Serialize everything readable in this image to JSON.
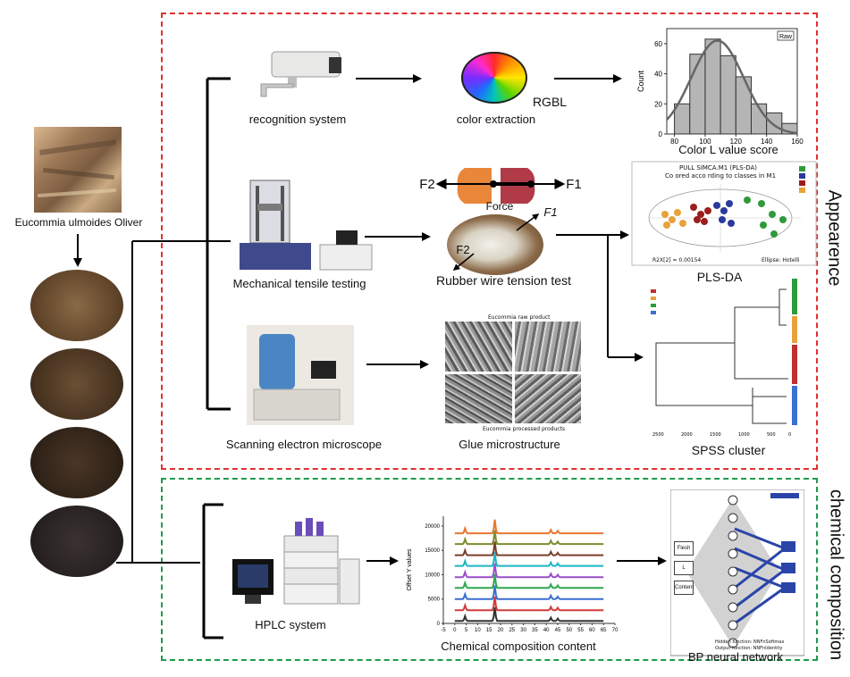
{
  "sample": {
    "title": "Eucommia ulmoides Oliver"
  },
  "appearance": {
    "section_label": "Appearence",
    "camera_label": "recognition system",
    "color_label": "color extraction",
    "rgbl": "RGBL",
    "tensile_label": "Mechanical tensile testing",
    "force_label": "Force",
    "f1": "F1",
    "f2": "F2",
    "rubber_label": "Rubber wire tension test",
    "sem_label": "Scanning electron microscope",
    "glue_label": "Glue microstructure",
    "sem_top_caption": "Eucommia raw product",
    "sem_bottom_caption": "Eucommia processed products",
    "hist_label": "Color L value score",
    "hist_legend": "Raw",
    "plsda_label": "PLS-DA",
    "plsda_title": "PULL SIMCA.M1 (PLS-DA)",
    "plsda_subtitle": "Co ored acco rding to classes in M1",
    "plsda_footer": "R2X[2] = 0.00154",
    "plsda_ellipse": "Ellipse: Hotelli",
    "spss_label": "SPSS cluster"
  },
  "chemical": {
    "section_label": "chemical composition",
    "hplc_label": "HPLC system",
    "chrom_label": "Chemical composition content",
    "bp_label": "BP neural network",
    "bp_inputs": [
      "Flesh",
      "L",
      "Content"
    ],
    "bp_hidden_fn": "Hidden function: NNFnSoftmax",
    "bp_output_fn": "Output function: NNFnIdentity"
  },
  "chart_data": [
    {
      "type": "bar",
      "title": "",
      "xlabel": "Color L value score",
      "ylabel": "Count",
      "legend": [
        "Raw"
      ],
      "bin_edges": [
        80,
        90,
        100,
        110,
        120,
        130,
        140,
        150,
        160
      ],
      "values": [
        20,
        53,
        63,
        52,
        38,
        20,
        14,
        7
      ],
      "xticks": [
        80,
        100,
        120,
        140,
        160
      ],
      "yticks": [
        0,
        20,
        40,
        60
      ],
      "xlim": [
        75,
        160
      ],
      "ylim": [
        0,
        70
      ],
      "overlay": "normal density curve"
    },
    {
      "type": "line",
      "title": "",
      "xlabel": "Chemical composition content",
      "ylabel": "Offset Y values",
      "xticks": [
        -5,
        0,
        5,
        10,
        15,
        20,
        25,
        30,
        35,
        40,
        45,
        50,
        55,
        60,
        65,
        70
      ],
      "yticks": [
        0,
        5000,
        10000,
        15000,
        20000
      ],
      "xlim": [
        -5,
        70
      ],
      "ylim": [
        0,
        22000
      ],
      "series": [
        {
          "color": "#333333",
          "offset": 500
        },
        {
          "color": "#d23b3b",
          "offset": 2700
        },
        {
          "color": "#3b6fd2",
          "offset": 5000
        },
        {
          "color": "#2fa84f",
          "offset": 7300
        },
        {
          "color": "#9b4fc8",
          "offset": 9500
        },
        {
          "color": "#1ab6c4",
          "offset": 11800
        },
        {
          "color": "#7a3e2a",
          "offset": 14000
        },
        {
          "color": "#7d8c2e",
          "offset": 16300
        },
        {
          "color": "#e8772e",
          "offset": 18500
        }
      ],
      "peaks": [
        [
          4.5,
          1000
        ],
        [
          17.5,
          2800
        ],
        [
          42,
          700
        ],
        [
          45,
          500
        ]
      ]
    }
  ],
  "colors": {
    "appearance_border": "#e0312f",
    "chemical_border": "#1f9a4c",
    "arrow": "#000000"
  }
}
